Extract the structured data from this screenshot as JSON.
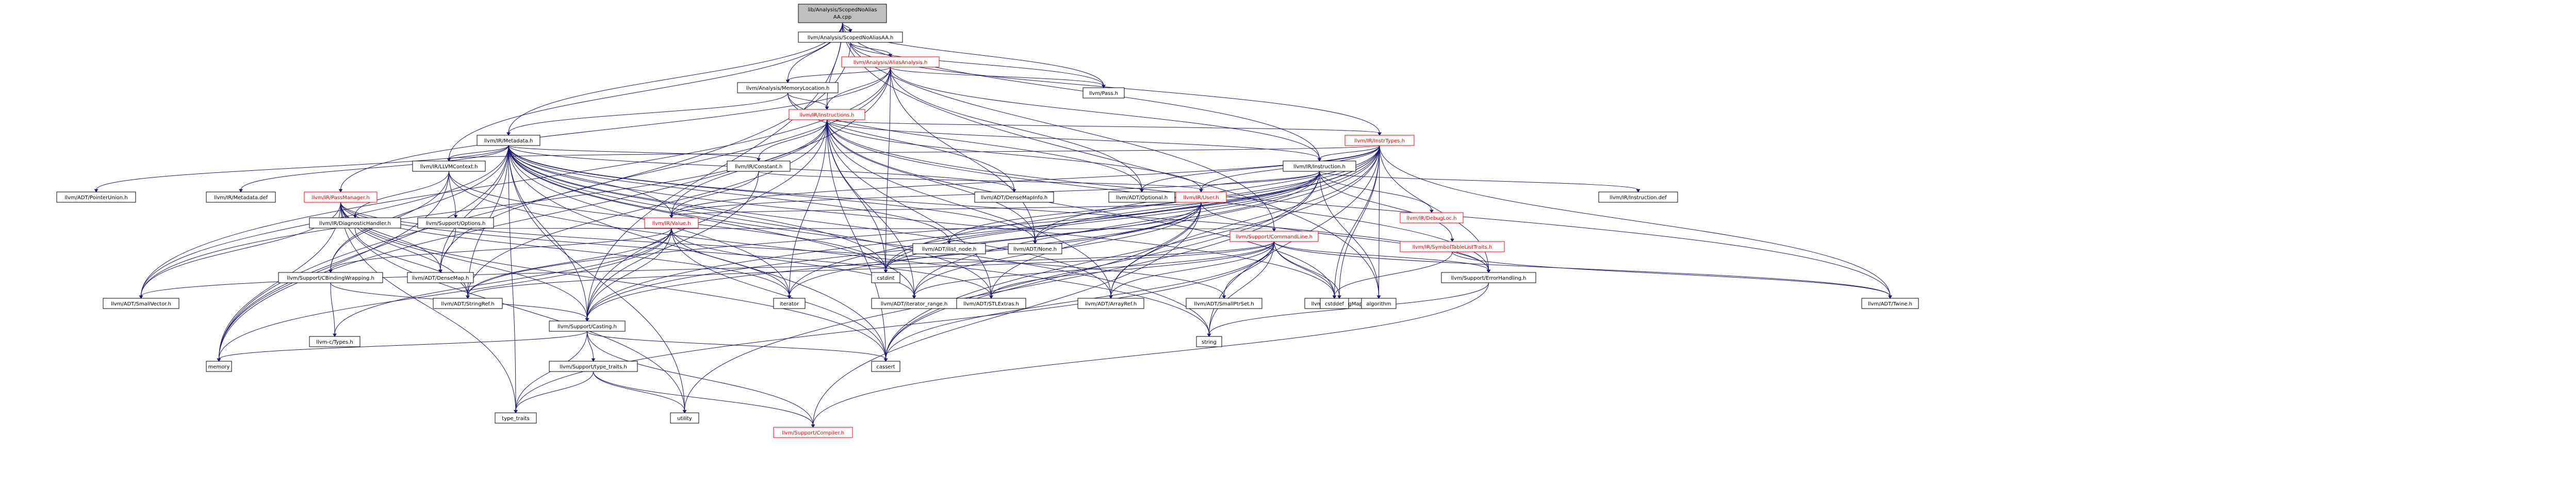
{
  "nodes": [
    {
      "id": "root",
      "label": "lib/Analysis/ScopedNoAliasAA.cpp",
      "lines": [
        "lib/Analysis/ScopedNoAlias",
        "AA.cpp"
      ],
      "kind": "root"
    },
    {
      "id": "scopednoaliasaa_h",
      "label": "llvm/Analysis/ScopedNoAliasAA.h",
      "kind": "normal"
    },
    {
      "id": "aliasanalysis_h",
      "label": "llvm/Analysis/AliasAnalysis.h",
      "kind": "red"
    },
    {
      "id": "memorylocation_h",
      "label": "llvm/Analysis/MemoryLocation.h",
      "kind": "normal"
    },
    {
      "id": "instructions_h",
      "label": "llvm/IR/Instructions.h",
      "kind": "red"
    },
    {
      "id": "metadata_h",
      "label": "llvm/IR/Metadata.h",
      "kind": "normal"
    },
    {
      "id": "instrtypes_h",
      "label": "llvm/IR/InstrTypes.h",
      "kind": "red"
    },
    {
      "id": "instruction_h",
      "label": "llvm/IR/Instruction.h",
      "kind": "normal"
    },
    {
      "id": "pass_h",
      "label": "llvm/Pass.h",
      "kind": "normal"
    },
    {
      "id": "llvmcontext_h",
      "label": "llvm/IR/LLVMContext.h",
      "kind": "normal"
    },
    {
      "id": "passmanager_h",
      "label": "llvm/IR/PassManager.h",
      "kind": "red"
    },
    {
      "id": "constant_h",
      "label": "llvm/IR/Constant.h",
      "kind": "normal"
    },
    {
      "id": "user_h",
      "label": "llvm/IR/User.h",
      "kind": "red"
    },
    {
      "id": "value_h",
      "label": "llvm/IR/Value.h",
      "kind": "red"
    },
    {
      "id": "commandline_h",
      "label": "llvm/Support/CommandLine.h",
      "kind": "red"
    },
    {
      "id": "casting_h",
      "label": "llvm/Support/Casting.h",
      "kind": "normal"
    },
    {
      "id": "type_traits_h",
      "label": "llvm/Support/type_traits.h",
      "kind": "normal"
    },
    {
      "id": "compiler_h",
      "label": "llvm/Support/Compiler.h",
      "kind": "red"
    },
    {
      "id": "errorhandling_h",
      "label": "llvm/Support/ErrorHandling.h",
      "kind": "normal"
    },
    {
      "id": "cbindingwrapping_h",
      "label": "llvm/Support/CBindingWrapping.h",
      "kind": "normal"
    },
    {
      "id": "options_h",
      "label": "llvm/Support/Options.h",
      "kind": "normal"
    },
    {
      "id": "diaghandler_h",
      "label": "llvm/IR/DiagnosticHandler.h",
      "kind": "normal"
    },
    {
      "id": "debugloc_h",
      "label": "llvm/IR/DebugLoc.h",
      "kind": "red"
    },
    {
      "id": "symtablelisttraits_h",
      "label": "llvm/IR/SymbolTableListTraits.h",
      "kind": "red"
    },
    {
      "id": "instruction_def",
      "label": "llvm/IR/Instruction.def",
      "kind": "normal"
    },
    {
      "id": "metadata_def",
      "label": "llvm/IR/Metadata.def",
      "kind": "normal"
    },
    {
      "id": "pointerunion_h",
      "label": "llvm/ADT/PointerUnion.h",
      "kind": "normal"
    },
    {
      "id": "densemapinfo_h",
      "label": "llvm/ADT/DenseMapInfo.h",
      "kind": "normal"
    },
    {
      "id": "optional_h",
      "label": "llvm/ADT/Optional.h",
      "kind": "normal"
    },
    {
      "id": "ilist_node_h",
      "label": "llvm/ADT/ilist_node.h",
      "kind": "normal"
    },
    {
      "id": "none_h",
      "label": "llvm/ADT/None.h",
      "kind": "normal"
    },
    {
      "id": "densemap_h",
      "label": "llvm/ADT/DenseMap.h",
      "kind": "normal"
    },
    {
      "id": "smallvector_h",
      "label": "llvm/ADT/SmallVector.h",
      "kind": "normal"
    },
    {
      "id": "stringref_h",
      "label": "llvm/ADT/StringRef.h",
      "kind": "normal"
    },
    {
      "id": "stlextras_h",
      "label": "llvm/ADT/STLExtras.h",
      "kind": "normal"
    },
    {
      "id": "iterator_range_h",
      "label": "llvm/ADT/iterator_range.h",
      "kind": "normal"
    },
    {
      "id": "arrayref_h",
      "label": "llvm/ADT/ArrayRef.h",
      "kind": "normal"
    },
    {
      "id": "smallptrset_h",
      "label": "llvm/ADT/SmallPtrSet.h",
      "kind": "normal"
    },
    {
      "id": "stringmap_h",
      "label": "llvm/ADT/StringMap.h",
      "kind": "normal"
    },
    {
      "id": "twine_h",
      "label": "llvm/ADT/Twine.h",
      "kind": "normal"
    },
    {
      "id": "llvm_c_types_h",
      "label": "llvm-c/Types.h",
      "kind": "normal"
    },
    {
      "id": "cstdint",
      "label": "cstdint",
      "kind": "normal"
    },
    {
      "id": "iterator",
      "label": "iterator",
      "kind": "normal"
    },
    {
      "id": "algorithm",
      "label": "algorithm",
      "kind": "normal"
    },
    {
      "id": "cstddef",
      "label": "cstddef",
      "kind": "normal"
    },
    {
      "id": "string",
      "label": "string",
      "kind": "normal"
    },
    {
      "id": "memory",
      "label": "memory",
      "kind": "normal"
    },
    {
      "id": "cassert",
      "label": "cassert",
      "kind": "normal"
    },
    {
      "id": "utility",
      "label": "utility",
      "kind": "normal"
    },
    {
      "id": "type_traits",
      "label": "type_traits",
      "kind": "normal"
    }
  ],
  "edges": [
    [
      "root",
      "scopednoaliasaa_h"
    ],
    [
      "root",
      "memorylocation_h"
    ],
    [
      "root",
      "instructions_h"
    ],
    [
      "root",
      "metadata_h"
    ],
    [
      "root",
      "llvmcontext_h"
    ],
    [
      "root",
      "pass_h"
    ],
    [
      "root",
      "instruction_h"
    ],
    [
      "root",
      "commandline_h"
    ],
    [
      "root",
      "algorithm"
    ],
    [
      "root",
      "casting_h"
    ],
    [
      "scopednoaliasaa_h",
      "aliasanalysis_h"
    ],
    [
      "scopednoaliasaa_h",
      "instrtypes_h"
    ],
    [
      "scopednoaliasaa_h",
      "pass_h"
    ],
    [
      "scopednoaliasaa_h",
      "memory"
    ],
    [
      "aliasanalysis_h",
      "memorylocation_h"
    ],
    [
      "aliasanalysis_h",
      "instructions_h"
    ],
    [
      "aliasanalysis_h",
      "optional_h"
    ],
    [
      "aliasanalysis_h",
      "none_h"
    ],
    [
      "aliasanalysis_h",
      "smallvector_h"
    ],
    [
      "aliasanalysis_h",
      "passmanager_h"
    ],
    [
      "aliasanalysis_h",
      "instruction_h"
    ],
    [
      "aliasanalysis_h",
      "pass_h"
    ],
    [
      "aliasanalysis_h",
      "cstdint"
    ],
    [
      "aliasanalysis_h",
      "memory"
    ],
    [
      "aliasanalysis_h",
      "densemap_h"
    ],
    [
      "memorylocation_h",
      "optional_h"
    ],
    [
      "memorylocation_h",
      "densemapinfo_h"
    ],
    [
      "memorylocation_h",
      "instructions_h"
    ],
    [
      "memorylocation_h",
      "metadata_h"
    ],
    [
      "instructions_h",
      "instrtypes_h"
    ],
    [
      "instructions_h",
      "instruction_h"
    ],
    [
      "instructions_h",
      "constant_h"
    ],
    [
      "instructions_h",
      "value_h"
    ],
    [
      "instructions_h",
      "user_h"
    ],
    [
      "instructions_h",
      "none_h"
    ],
    [
      "instructions_h",
      "stlextras_h"
    ],
    [
      "instructions_h",
      "iterator_range_h"
    ],
    [
      "instructions_h",
      "arrayref_h"
    ],
    [
      "instructions_h",
      "stringref_h"
    ],
    [
      "instructions_h",
      "twine_h"
    ],
    [
      "instructions_h",
      "smallvector_h"
    ],
    [
      "instructions_h",
      "casting_h"
    ],
    [
      "instructions_h",
      "errorhandling_h"
    ],
    [
      "instructions_h",
      "cassert"
    ],
    [
      "instructions_h",
      "cstddef"
    ],
    [
      "instructions_h",
      "cstdint"
    ],
    [
      "instructions_h",
      "iterator"
    ],
    [
      "metadata_h",
      "arrayref_h"
    ],
    [
      "metadata_h",
      "densemap_h"
    ],
    [
      "metadata_h",
      "densemapinfo_h"
    ],
    [
      "metadata_h",
      "none_h"
    ],
    [
      "metadata_h",
      "pointerunion_h"
    ],
    [
      "metadata_h",
      "stlextras_h"
    ],
    [
      "metadata_h",
      "smallvector_h"
    ],
    [
      "metadata_h",
      "stringref_h"
    ],
    [
      "metadata_h",
      "ilist_node_h"
    ],
    [
      "metadata_h",
      "iterator_range_h"
    ],
    [
      "metadata_h",
      "constant_h"
    ],
    [
      "metadata_h",
      "llvmcontext_h"
    ],
    [
      "metadata_h",
      "value_h"
    ],
    [
      "metadata_h",
      "metadata_def"
    ],
    [
      "metadata_h",
      "cbindingwrapping_h"
    ],
    [
      "metadata_h",
      "casting_h"
    ],
    [
      "metadata_h",
      "errorhandling_h"
    ],
    [
      "metadata_h",
      "cassert"
    ],
    [
      "metadata_h",
      "cstddef"
    ],
    [
      "metadata_h",
      "cstdint"
    ],
    [
      "metadata_h",
      "iterator"
    ],
    [
      "metadata_h",
      "memory"
    ],
    [
      "metadata_h",
      "string"
    ],
    [
      "metadata_h",
      "type_traits"
    ],
    [
      "metadata_h",
      "utility"
    ],
    [
      "instrtypes_h",
      "arrayref_h"
    ],
    [
      "instrtypes_h",
      "none_h"
    ],
    [
      "instrtypes_h",
      "optional_h"
    ],
    [
      "instrtypes_h",
      "stlextras_h"
    ],
    [
      "instrtypes_h",
      "stringmap_h"
    ],
    [
      "instrtypes_h",
      "twine_h"
    ],
    [
      "instrtypes_h",
      "iterator_range_h"
    ],
    [
      "instrtypes_h",
      "instruction_h"
    ],
    [
      "instrtypes_h",
      "user_h"
    ],
    [
      "instrtypes_h",
      "value_h"
    ],
    [
      "instrtypes_h",
      "llvmcontext_h"
    ],
    [
      "instrtypes_h",
      "casting_h"
    ],
    [
      "instrtypes_h",
      "errorhandling_h"
    ],
    [
      "instrtypes_h",
      "algorithm"
    ],
    [
      "instrtypes_h",
      "cassert"
    ],
    [
      "instrtypes_h",
      "cstddef"
    ],
    [
      "instrtypes_h",
      "cstdint"
    ],
    [
      "instrtypes_h",
      "iterator"
    ],
    [
      "instrtypes_h",
      "string"
    ],
    [
      "instrtypes_h",
      "vector_dummy"
    ],
    [
      "instruction_h",
      "none_h"
    ],
    [
      "instruction_h",
      "stringref_h"
    ],
    [
      "instruction_h",
      "ilist_node_h"
    ],
    [
      "instruction_h",
      "debugloc_h"
    ],
    [
      "instruction_h",
      "symtablelisttraits_h"
    ],
    [
      "instruction_h",
      "user_h"
    ],
    [
      "instruction_h",
      "value_h"
    ],
    [
      "instruction_h",
      "casting_h"
    ],
    [
      "instruction_h",
      "algorithm"
    ],
    [
      "instruction_h",
      "cassert"
    ],
    [
      "instruction_h",
      "cstdint"
    ],
    [
      "instruction_h",
      "utility"
    ],
    [
      "instruction_h",
      "instruction_def"
    ],
    [
      "llvmcontext_h",
      "cbindingwrapping_h"
    ],
    [
      "llvmcontext_h",
      "options_h"
    ],
    [
      "llvmcontext_h",
      "diaghandler_h"
    ],
    [
      "llvmcontext_h",
      "cstdint"
    ],
    [
      "llvmcontext_h",
      "memory"
    ],
    [
      "llvmcontext_h",
      "string"
    ],
    [
      "passmanager_h",
      "densemap_h"
    ],
    [
      "passmanager_h",
      "smallptrset_h"
    ],
    [
      "passmanager_h",
      "smallvector_h"
    ],
    [
      "passmanager_h",
      "stringref_h"
    ],
    [
      "passmanager_h",
      "stlextras_h"
    ],
    [
      "passmanager_h",
      "casting_h"
    ],
    [
      "passmanager_h",
      "type_traits"
    ],
    [
      "passmanager_h",
      "iterator"
    ],
    [
      "passmanager_h",
      "memory"
    ],
    [
      "passmanager_h",
      "utility"
    ],
    [
      "passmanager_h",
      "cassert"
    ],
    [
      "constant_h",
      "user_h"
    ],
    [
      "constant_h",
      "value_h"
    ],
    [
      "constant_h",
      "casting_h"
    ],
    [
      "user_h",
      "value_h"
    ],
    [
      "user_h",
      "arrayref_h"
    ],
    [
      "user_h",
      "iterator_range_h"
    ],
    [
      "user_h",
      "casting_h"
    ],
    [
      "user_h",
      "compiler_h"
    ],
    [
      "user_h",
      "errorhandling_h"
    ],
    [
      "user_h",
      "cassert"
    ],
    [
      "user_h",
      "cstdint"
    ],
    [
      "user_h",
      "iterator"
    ],
    [
      "value_h",
      "casting_h"
    ],
    [
      "value_h",
      "iterator_range_h"
    ],
    [
      "value_h",
      "stringref_h"
    ],
    [
      "value_h",
      "cbindingwrapping_h"
    ],
    [
      "value_h",
      "llvm_c_types_h"
    ],
    [
      "value_h",
      "cassert"
    ],
    [
      "value_h",
      "iterator"
    ],
    [
      "value_h",
      "memory"
    ],
    [
      "commandline_h",
      "arrayref_h"
    ],
    [
      "commandline_h",
      "smallptrset_h"
    ],
    [
      "commandline_h",
      "smallvector_h"
    ],
    [
      "commandline_h",
      "stringmap_h"
    ],
    [
      "commandline_h",
      "stringref_h"
    ],
    [
      "commandline_h",
      "twine_h"
    ],
    [
      "commandline_h",
      "iterator_range_h"
    ],
    [
      "commandline_h",
      "errorhandling_h"
    ],
    [
      "commandline_h",
      "stlextras_h"
    ],
    [
      "commandline_h",
      "cassert"
    ],
    [
      "commandline_h",
      "cstddef"
    ],
    [
      "commandline_h",
      "string"
    ],
    [
      "commandline_h",
      "type_traits"
    ],
    [
      "commandline_h",
      "vector_dummy"
    ],
    [
      "casting_h",
      "type_traits_h"
    ],
    [
      "casting_h",
      "compiler_h"
    ],
    [
      "casting_h",
      "cassert"
    ],
    [
      "casting_h",
      "memory"
    ],
    [
      "casting_h",
      "type_traits"
    ],
    [
      "type_traits_h",
      "compiler_h"
    ],
    [
      "type_traits_h",
      "type_traits"
    ],
    [
      "type_traits_h",
      "utility"
    ],
    [
      "errorhandling_h",
      "compiler_h"
    ],
    [
      "errorhandling_h",
      "string"
    ],
    [
      "cbindingwrapping_h",
      "llvm_c_types_h"
    ],
    [
      "cbindingwrapping_h",
      "casting_h"
    ],
    [
      "options_h",
      "commandline_h"
    ],
    [
      "options_h",
      "densemap_h"
    ],
    [
      "diaghandler_h",
      "stringref_h"
    ],
    [
      "symtablelisttraits_h",
      "cstddef"
    ],
    [
      "symtablelisttraits_h",
      "twine_h"
    ]
  ]
}
